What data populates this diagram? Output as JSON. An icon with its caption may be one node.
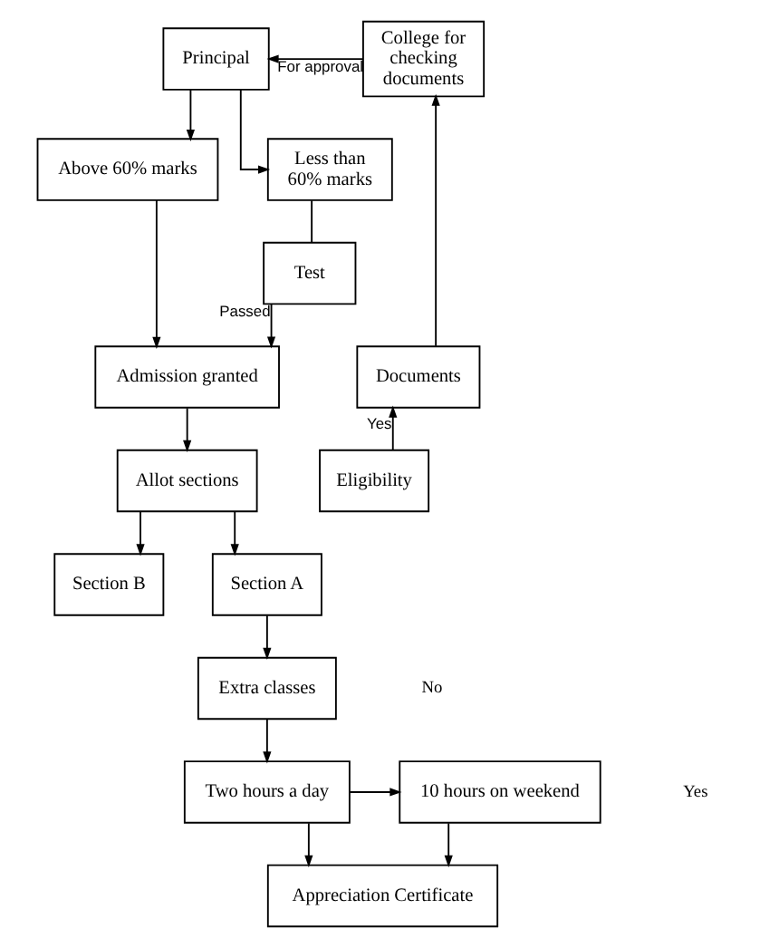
{
  "diagram": {
    "nodes": [
      {
        "text": [
          "Principal"
        ]
      },
      {
        "text": [
          "College for checking documents"
        ]
      },
      {
        "text": [
          "Above 60% marks"
        ]
      },
      {
        "text": [
          "Less than 60% marks"
        ]
      },
      {
        "text": [
          "Documents"
        ]
      },
      {
        "text": [
          "Admission granted"
        ]
      },
      {
        "text": [
          "Test"
        ]
      },
      {
        "text": [
          "Allot sections"
        ]
      },
      {
        "text": [
          "Eligibility"
        ]
      },
      {
        "text": [
          "Section B"
        ]
      },
      {
        "text": [
          "Section A"
        ]
      },
      {
        "text": [
          "Extra classes"
        ]
      },
      {
        "text": [
          "10 hours on weekend"
        ]
      },
      {
        "text": [
          "Two hours a day"
        ]
      },
      {
        "text": [
          "Appreciation Certificate"
        ]
      }
    ],
    "edges": [
      {
        "from": 1,
        "to": 0,
        "arrow": "to",
        "label": "For approval"
      },
      {
        "from": 0,
        "to": 3,
        "arrow": "to"
      },
      {
        "from": 0,
        "to": 2,
        "arrow": "to"
      },
      {
        "from": 2,
        "to": 5,
        "arrow": "to"
      },
      {
        "from": 3,
        "to": 6,
        "arrow": "none"
      },
      {
        "from": 6,
        "to": 5,
        "arrow": "to",
        "label": "Passed"
      },
      {
        "from": 8,
        "to": 4,
        "arrow": "to",
        "label": "Yes"
      },
      {
        "from": 4,
        "to": 1,
        "arrow": "to"
      },
      {
        "from": 5,
        "to": 7,
        "arrow": "to"
      },
      {
        "from": 7,
        "to": 9,
        "arrow": "to"
      },
      {
        "from": 7,
        "to": 10,
        "arrow": "to"
      },
      {
        "from": 10,
        "to": 11,
        "arrow": "to"
      },
      {
        "from": 11,
        "to": 13,
        "arrow": "to"
      },
      {
        "from": 13,
        "to": 12,
        "arrow": "to"
      },
      {
        "from": 12,
        "to": 14,
        "arrow": "to"
      },
      {
        "from": 13,
        "to": 14,
        "arrow": "to"
      }
    ],
    "labels": [
      "No",
      "Yes"
    ]
  }
}
